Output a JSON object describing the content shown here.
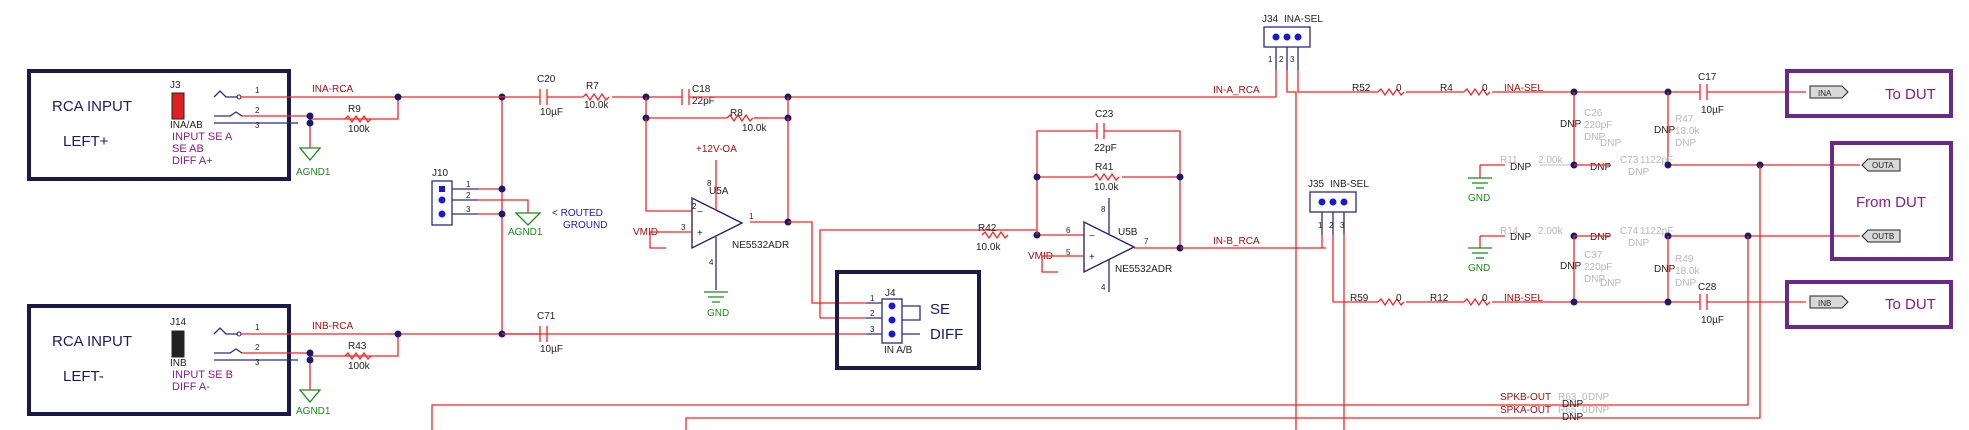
{
  "blocks": {
    "rca_left_plus": {
      "line1": "RCA INPUT",
      "line2": "LEFT+"
    },
    "rca_left_minus": {
      "line1": "RCA INPUT",
      "line2": "LEFT-"
    },
    "from_dut": "From DUT",
    "to_dut_a": "To DUT",
    "to_dut_b": "To DUT",
    "se": "SE",
    "diff": "DIFF",
    "in_ab": "IN A/B"
  },
  "connectors": {
    "j3": {
      "ref": "J3",
      "name": "INA/AB",
      "desc": [
        "INPUT SE A",
        "SE AB",
        "DIFF A+"
      ]
    },
    "j14": {
      "ref": "J14",
      "name": "INB",
      "desc": [
        "INPUT SE B",
        "DIFF A-"
      ]
    },
    "j10": {
      "ref": "J10",
      "note": [
        "< ROUTED",
        "GROUND"
      ]
    },
    "j4": {
      "ref": "J4"
    },
    "j34": {
      "ref": "J34",
      "name": "INA-SEL"
    },
    "j35": {
      "ref": "J35",
      "name": "INB-SEL"
    }
  },
  "nets": {
    "ina_rca": "INA-RCA",
    "inb_rca": "INB-RCA",
    "in_a_rca": "IN-A_RCA",
    "in_b_rca": "IN-B_RCA",
    "ina_sel": "INA-SEL",
    "inb_sel": "INB-SEL",
    "spkb_out": "SPKB-OUT",
    "spka_out": "SPKA-OUT",
    "vmid1": "VMID",
    "vmid2": "VMID",
    "plus12": "+12V-OA"
  },
  "grounds": {
    "agnd": "AGND1",
    "gnd": "GND"
  },
  "ports": {
    "ina": "INA",
    "inb": "INB",
    "outa": "OUTA",
    "outb": "OUTB"
  },
  "opamps": {
    "u5a": {
      "ref": "U5A",
      "part": "NE5532ADR"
    },
    "u5b": {
      "ref": "U5B",
      "part": "NE5532ADR"
    }
  },
  "parts": {
    "r9": {
      "ref": "R9",
      "value": "100k"
    },
    "r43": {
      "ref": "R43",
      "value": "100k"
    },
    "c20": {
      "ref": "C20",
      "value": "10µF"
    },
    "c71": {
      "ref": "C71",
      "value": "10µF"
    },
    "r7": {
      "ref": "R7",
      "value": "10.0k"
    },
    "c18": {
      "ref": "C18",
      "value": "22pF"
    },
    "r8": {
      "ref": "R8",
      "value": "10.0k"
    },
    "c23": {
      "ref": "C23",
      "value": "22pF"
    },
    "r41": {
      "ref": "R41",
      "value": "10.0k"
    },
    "r42": {
      "ref": "R42",
      "value": "10.0k"
    },
    "r52": {
      "ref": "R52",
      "value": "0"
    },
    "r4": {
      "ref": "R4",
      "value": "0"
    },
    "r59": {
      "ref": "R59",
      "value": "0"
    },
    "r12": {
      "ref": "R12",
      "value": "0"
    },
    "c17": {
      "ref": "C17",
      "value": "10µF"
    },
    "c28": {
      "ref": "C28",
      "value": "10µF"
    },
    "c26": {
      "ref": "C26",
      "value": "220pF",
      "dnp": "DNP"
    },
    "c37": {
      "ref": "C37",
      "value": "220pF",
      "dnp": "DNP"
    },
    "r47": {
      "ref": "R47",
      "value": "18.0k",
      "dnp": "DNP"
    },
    "r49": {
      "ref": "R49",
      "value": "18.0k",
      "dnp": "DNP"
    },
    "r11": {
      "ref": "R11",
      "value": "2.00k",
      "dnp": "DNP"
    },
    "r14": {
      "ref": "R14",
      "value": "2.00k",
      "dnp": "DNP"
    },
    "c73": {
      "ref": "C73",
      "value": "1122pF",
      "dnp": "DNP"
    },
    "c74": {
      "ref": "C74",
      "value": "1122pF",
      "dnp": "DNP"
    },
    "r63": {
      "ref": "R63",
      "value": "0",
      "dnp": "DNP"
    },
    "r65": {
      "ref": "R65",
      "value": "0",
      "dnp": "DNP"
    }
  },
  "dnp_marks": [
    "DNP",
    "DNP",
    "DNP",
    "DNP",
    "DNP",
    "DNP",
    "DNP",
    "DNP",
    "DNP",
    "DNP"
  ],
  "colors": {
    "wire": "#ff2020",
    "frame": "#1a1a4a",
    "port_frame": "#6a2a8a",
    "ground": "#1a8a1a"
  }
}
